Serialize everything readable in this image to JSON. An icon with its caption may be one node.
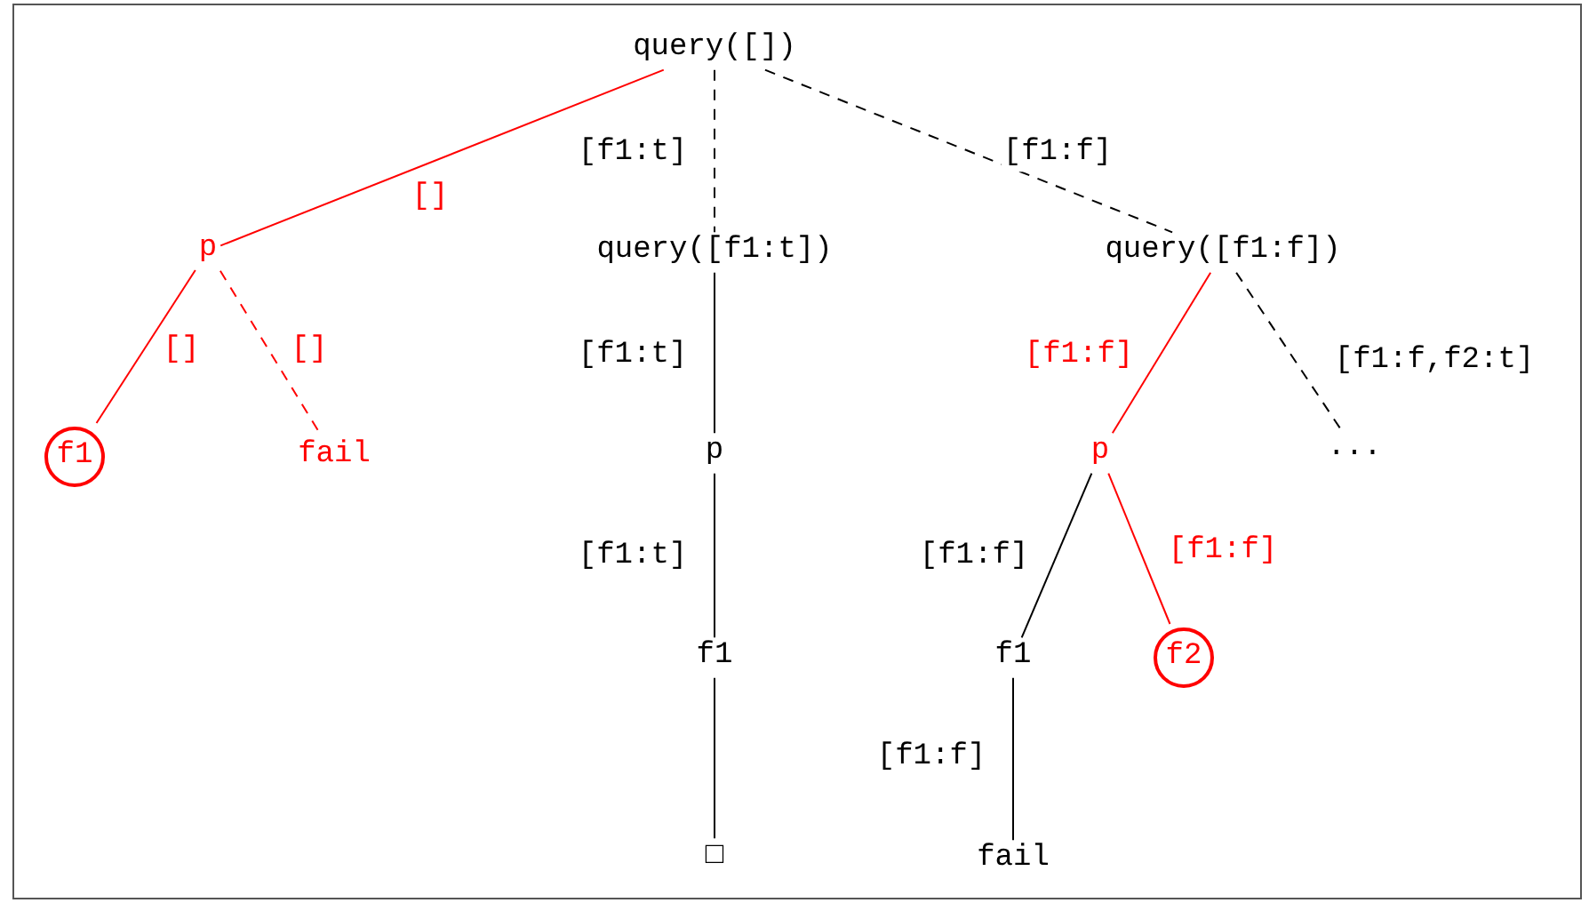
{
  "diagram": {
    "nodes": [
      {
        "text": [
          "query([])"
        ]
      },
      {
        "text": [
          "p"
        ]
      },
      {
        "text": [
          "f1"
        ]
      },
      {
        "text": [
          "fail"
        ]
      },
      {
        "text": [
          "query([f1:t])"
        ]
      },
      {
        "text": [
          "p"
        ]
      },
      {
        "text": [
          "f1"
        ]
      },
      {
        "text": [
          "□"
        ]
      },
      {
        "text": [
          "query([f1:f])"
        ]
      },
      {
        "text": [
          "p"
        ]
      },
      {
        "text": [
          "..."
        ]
      },
      {
        "text": [
          "f1"
        ]
      },
      {
        "text": [
          "f2"
        ]
      },
      {
        "text": [
          "fail"
        ]
      }
    ],
    "edges": [
      {
        "from": 0,
        "to": 1,
        "arrow": "none",
        "label": "[]",
        "color": "#ff0000"
      },
      {
        "from": 0,
        "to": 4,
        "arrow": "none",
        "label": "[f1:t]",
        "style": "dashed"
      },
      {
        "from": 0,
        "to": 8,
        "arrow": "none",
        "label": "[f1:f]",
        "style": "dashed"
      },
      {
        "from": 1,
        "to": 2,
        "arrow": "none",
        "label": "[]",
        "color": "#ff0000"
      },
      {
        "from": 1,
        "to": 3,
        "arrow": "none",
        "label": "[]",
        "style": "dashed",
        "color": "#ff0000"
      },
      {
        "from": 4,
        "to": 5,
        "arrow": "none",
        "label": "[f1:t]"
      },
      {
        "from": 5,
        "to": 6,
        "arrow": "none",
        "label": "[f1:t]"
      },
      {
        "from": 6,
        "to": 7,
        "arrow": "none"
      },
      {
        "from": 8,
        "to": 9,
        "arrow": "none",
        "label": "[f1:f]",
        "color": "#ff0000"
      },
      {
        "from": 8,
        "to": 10,
        "arrow": "none",
        "label": "[f1:f,f2:t]",
        "style": "dashed"
      },
      {
        "from": 9,
        "to": 11,
        "arrow": "none",
        "label": "[f1:f]"
      },
      {
        "from": 9,
        "to": 12,
        "arrow": "none",
        "label": "[f1:f]",
        "color": "#ff0000"
      },
      {
        "from": 11,
        "to": 13,
        "arrow": "none",
        "label": "[f1:f]"
      }
    ]
  }
}
